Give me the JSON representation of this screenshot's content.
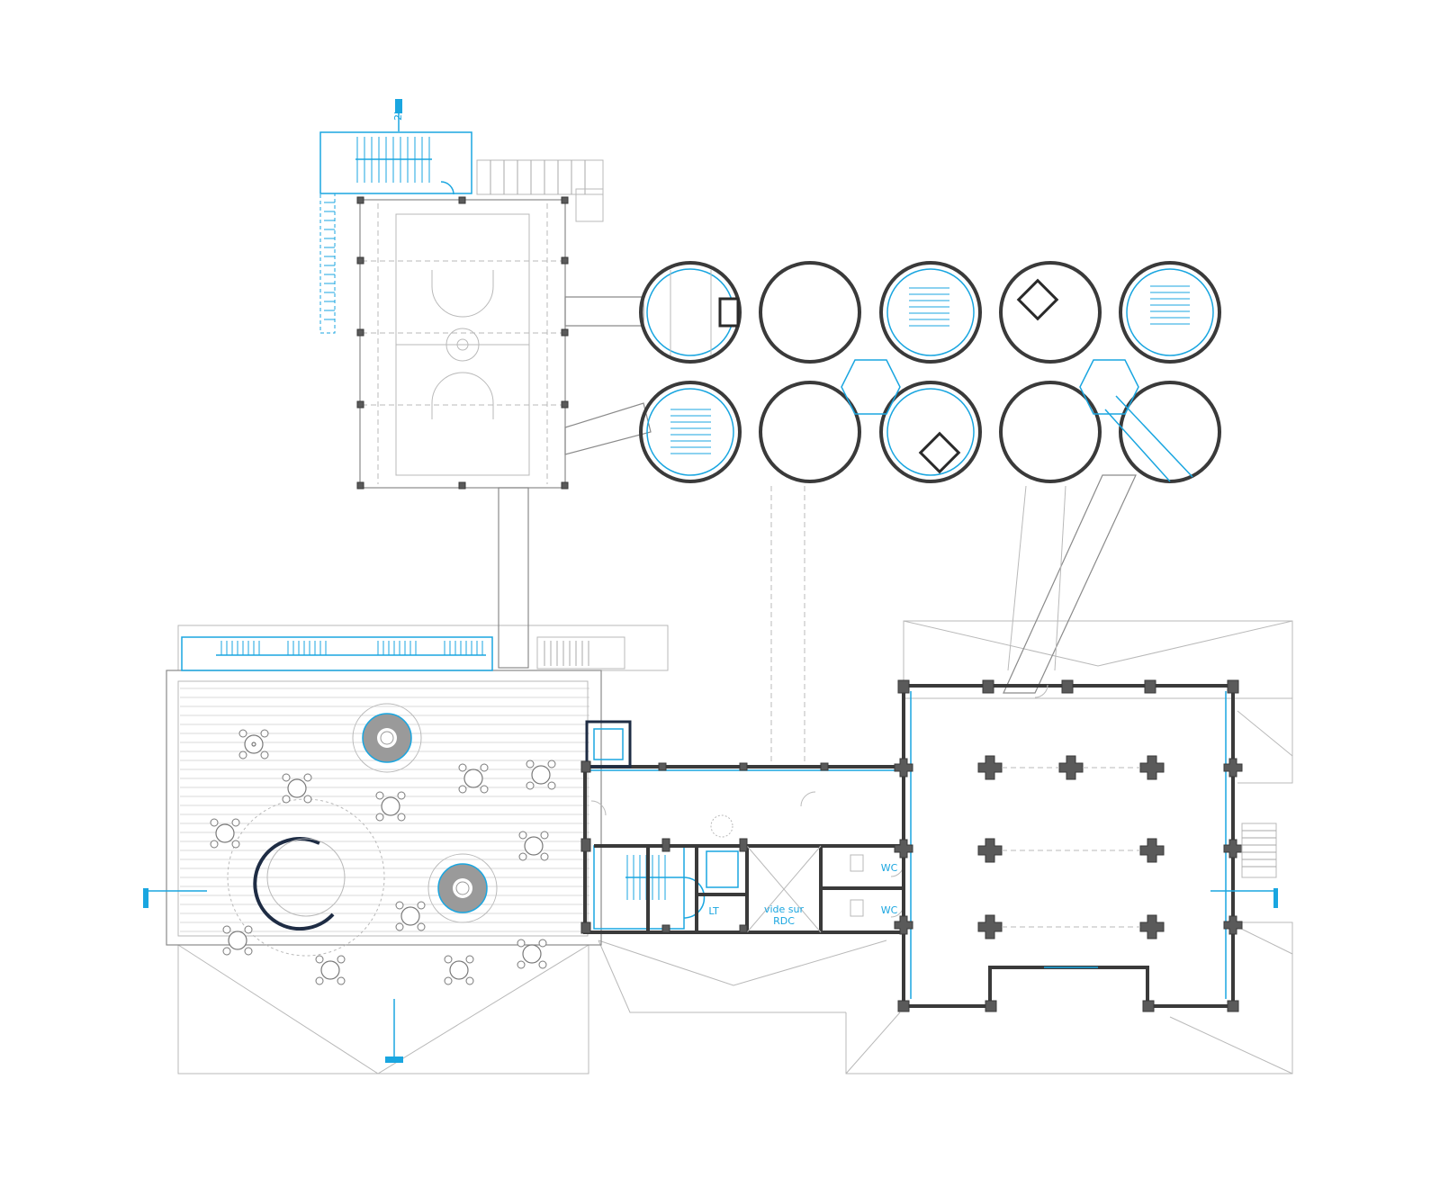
{
  "drawing": {
    "section_marker": "2'",
    "room_labels": {
      "lt": "LT",
      "void_line1": "vide sur",
      "void_line2": "RDC",
      "wc_upper": "WC",
      "wc_lower": "WC"
    }
  },
  "colors": {
    "wall": "#3a3a3a",
    "accent_blue": "#1aa6e0",
    "light_line": "#b9b9b9",
    "column": "#5a5a5a",
    "background": "#ffffff"
  }
}
